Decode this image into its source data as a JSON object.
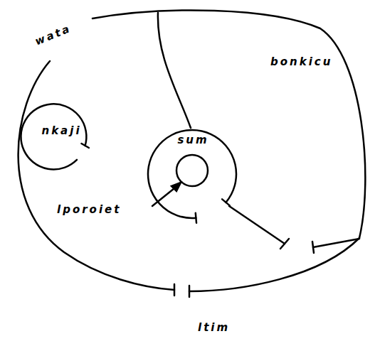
{
  "diagram": {
    "nodes": [
      {
        "text": [
          "nkaji"
        ]
      },
      {
        "text": [
          "sum"
        ]
      }
    ],
    "labels": [
      "wata",
      "bonkicu",
      "lporoiet",
      "ltim"
    ]
  }
}
